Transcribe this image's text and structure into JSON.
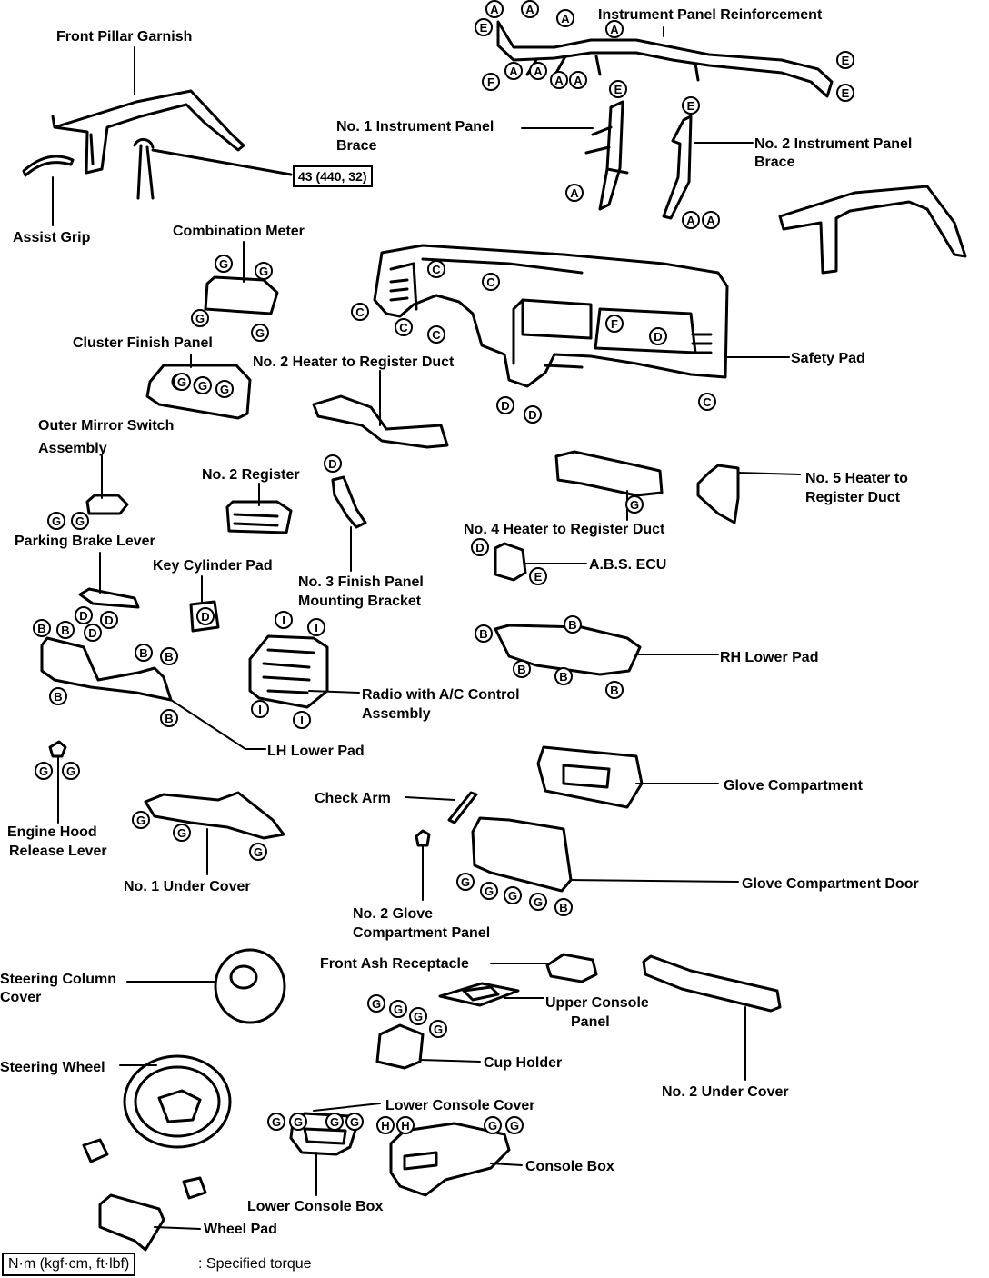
{
  "labels": {
    "front_pillar_garnish": "Front Pillar Garnish",
    "instrument_panel_reinforcement": "Instrument Panel Reinforcement",
    "no1_ip_brace": [
      "No. 1 Instrument Panel",
      "Brace"
    ],
    "no2_ip_brace": [
      "No. 2 Instrument Panel",
      "Brace"
    ],
    "assist_grip": "Assist Grip",
    "combination_meter": "Combination Meter",
    "cluster_finish_panel": "Cluster Finish Panel",
    "no2_heater_duct": "No. 2 Heater to Register Duct",
    "safety_pad": "Safety Pad",
    "outer_mirror_switch": [
      "Outer Mirror Switch",
      "Assembly"
    ],
    "no2_register": "No. 2 Register",
    "no5_heater_duct": [
      "No. 5 Heater to",
      "Register Duct"
    ],
    "parking_brake_lever": "Parking Brake Lever",
    "no4_heater_duct": "No. 4 Heater to Register Duct",
    "key_cylinder_pad": "Key Cylinder Pad",
    "abs_ecu": "A.B.S. ECU",
    "no3_finish_bracket": [
      "No. 3 Finish Panel",
      "Mounting Bracket"
    ],
    "rh_lower_pad": "RH Lower Pad",
    "radio_ac": [
      "Radio with A/C Control",
      "Assembly"
    ],
    "lh_lower_pad": "LH Lower Pad",
    "check_arm": "Check Arm",
    "glove_compartment": "Glove Compartment",
    "engine_hood_release": [
      "Engine Hood",
      "Release Lever"
    ],
    "no1_under_cover": "No. 1 Under Cover",
    "glove_compartment_door": "Glove Compartment Door",
    "no2_glove_panel": [
      "No. 2 Glove",
      "Compartment Panel"
    ],
    "front_ash_receptacle": "Front Ash Receptacle",
    "steering_column_cover": [
      "Steering Column",
      "Cover"
    ],
    "upper_console_panel": [
      "Upper Console",
      "Panel"
    ],
    "cup_holder": "Cup Holder",
    "no2_under_cover": "No. 2 Under Cover",
    "steering_wheel": "Steering Wheel",
    "lower_console_cover": "Lower Console Cover",
    "console_box": "Console Box",
    "lower_console_box": "Lower Console Box",
    "wheel_pad": "Wheel Pad"
  },
  "torque_spec": "43 (440, 32)",
  "legend": {
    "unit_box": "N·m (kgf·cm, ft·lbf)",
    "description": ": Specified torque"
  },
  "fastener_codes": [
    "A",
    "B",
    "C",
    "D",
    "E",
    "F",
    "G",
    "H",
    "I"
  ]
}
